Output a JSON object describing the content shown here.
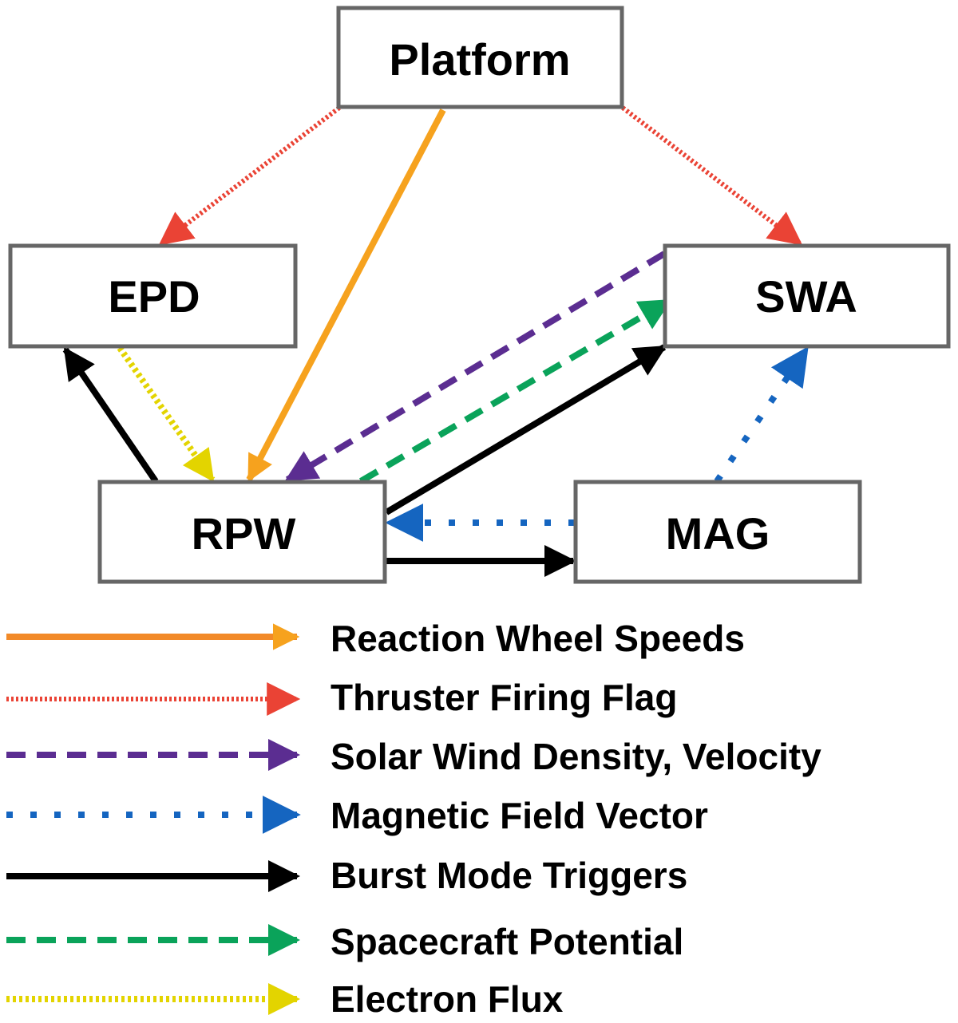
{
  "nodes": {
    "platform": "Platform",
    "epd": "EPD",
    "swa": "SWA",
    "rpw": "RPW",
    "mag": "MAG"
  },
  "colors": {
    "reaction_wheel": "#f6a21e",
    "reaction_wheel_legend": "#f28a28",
    "thruster": "#ea4335",
    "solar_wind": "#5b2d91",
    "magnetic": "#1565c0",
    "burst": "#000000",
    "potential": "#0aa35a",
    "electron": "#e3d400",
    "box_stroke": "#666666"
  },
  "legend": {
    "reaction_wheel": "Reaction Wheel Speeds",
    "thruster": "Thruster Firing Flag",
    "solar_wind": "Solar Wind Density, Velocity",
    "magnetic": "Magnetic Field Vector",
    "burst": "Burst Mode Triggers",
    "potential": "Spacecraft Potential",
    "electron": "Electron Flux"
  }
}
